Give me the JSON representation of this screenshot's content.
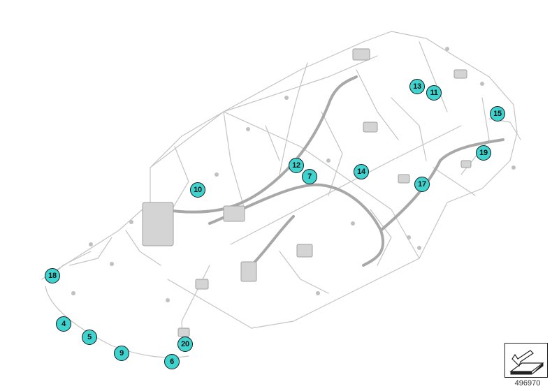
{
  "colors": {
    "callout_fill": "#3fd3cf",
    "callout_border": "#1a1a1a",
    "harness_line": "#c4c4c4",
    "harness_line_dark": "#a8a8a8"
  },
  "callouts": {
    "c4": "4",
    "c5": "5",
    "c6": "6",
    "c7": "7",
    "c9": "9",
    "c10": "10",
    "c11": "11",
    "c12": "12",
    "c13": "13",
    "c14": "14",
    "c15": "15",
    "c17": "17",
    "c18": "18",
    "c19": "19",
    "c20": "20"
  },
  "reference": {
    "number": "496970",
    "icon": "view-direction-arrow-icon"
  }
}
